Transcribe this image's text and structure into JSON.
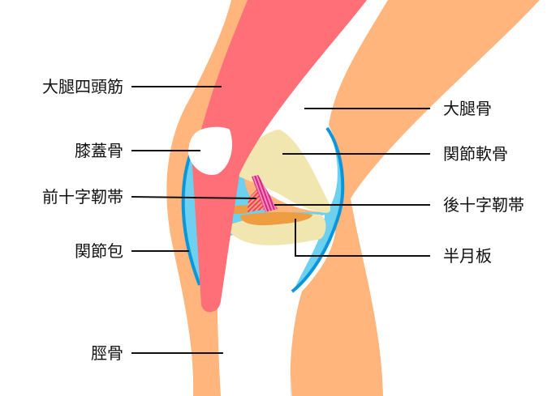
{
  "colors": {
    "skin": "#FFB57B",
    "muscle": "#FF6F78",
    "capsule_fill": "#6CD0EE",
    "capsule_line": "#0A96DA",
    "cartilage": "#F1E6B0",
    "meniscus": "#EE9D40",
    "ligament": "#E0358A"
  },
  "labels": {
    "quadriceps": "大腿四頭筋",
    "patella": "膝蓋骨",
    "acl": "前十字靭帯",
    "capsule": "関節包",
    "tibia": "脛骨",
    "femur": "大腿骨",
    "cartilage": "関節軟骨",
    "pcl": "後十字靭帯",
    "meniscus": "半月板"
  }
}
